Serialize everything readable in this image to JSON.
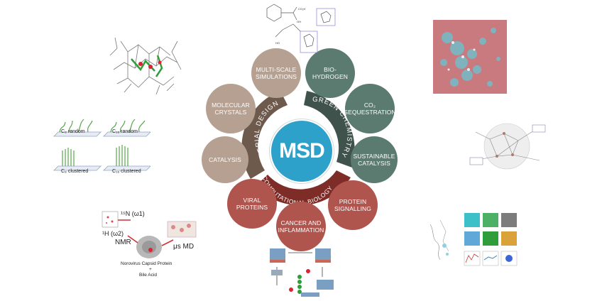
{
  "center": {
    "label": "MSD"
  },
  "arcs": {
    "material": {
      "label": "MATERIAL DESIGN",
      "color": "#6e5a4d"
    },
    "green": {
      "label": "GREEN CHEMISTRY",
      "color": "#3f534c"
    },
    "bio": {
      "label": "COMPUTATIONAL BIOLOGY",
      "color": "#7d2c27"
    }
  },
  "nodes": {
    "multiscale": "MULTI-SCALE\nSIMULATIONS",
    "molecular": "MOLECULAR\nCRYSTALS",
    "catalysis": "CATALYSIS",
    "biohydrogen": "BIO-HYDROGEN",
    "co2": "CO₂\nSEQUESTRATION",
    "sustainable": "SUSTAINABLE\nCATALYSIS",
    "viral": "VIRAL\nPROTEINS",
    "cancer": "CANCER AND\nINFLAMMATION",
    "protein": "PROTEIN\nSIGNALLING"
  },
  "fibers": {
    "a": "C₈ random",
    "b": "C₁₆ random",
    "c": "C₈ clustered",
    "d": "C₁₆ clustered"
  },
  "norovirus": {
    "n15": "¹⁵N (ω1)",
    "h1": "¹H (ω2)",
    "nmr": "NMR",
    "md": "μs MD",
    "caption1": "Norovirus Capsid Protein",
    "caption2": "+",
    "caption3": "Bile Acid"
  },
  "colors": {
    "brown": "#b5a091",
    "green": "#5b7a70",
    "red": "#b0544e",
    "center": "#2ea1cb"
  }
}
